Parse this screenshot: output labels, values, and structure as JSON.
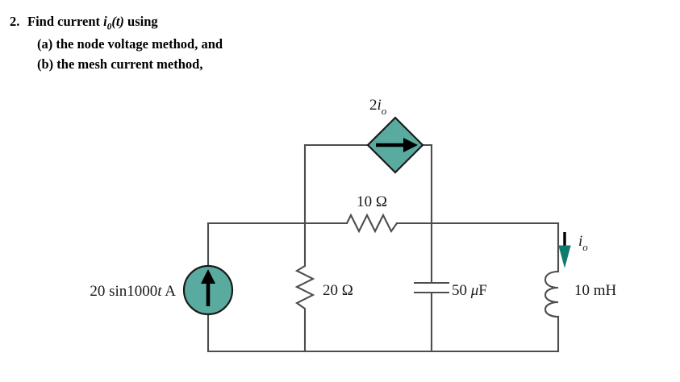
{
  "problem": {
    "number": "2.",
    "line1_pre": "Find current ",
    "line1_sym": "i",
    "line1_sub": "0",
    "line1_post": "(t)",
    "line1_end": " using",
    "line2": "(a) the node voltage method, and",
    "line3": "(b) the mesh current method,"
  },
  "circuit": {
    "title": "AC circuit with dependent current source",
    "colors": {
      "source_fill": "#5aab9f",
      "wire": "#4d4d4d",
      "outline": "#1a1a1a",
      "arrow": "#000000",
      "io_arrowhead": "#0f7a6e",
      "label_text": "#1a1a1a"
    },
    "components": [
      {
        "id": "dependent-current-source",
        "type": "diamond-current-source",
        "label": "2i",
        "label_sub": "o",
        "label_full": "2i_o",
        "arrow_direction": "right"
      },
      {
        "id": "independent-current-source",
        "type": "circle-current-source",
        "label": "20 sin1000t A",
        "label_pre": "20 sin1000",
        "label_var": "t",
        "label_post": " A",
        "arrow_direction": "up"
      },
      {
        "id": "resistor-10-ohm",
        "type": "resistor",
        "orientation": "horizontal",
        "label": "10 Ω",
        "value": "10",
        "unit": "Ω"
      },
      {
        "id": "resistor-20-ohm",
        "type": "resistor",
        "orientation": "vertical",
        "label": "20 Ω",
        "value": "20",
        "unit": "Ω"
      },
      {
        "id": "capacitor-50-uf",
        "type": "capacitor",
        "orientation": "vertical",
        "label": "50 μF",
        "value": "50",
        "unit": "μF"
      },
      {
        "id": "inductor-10-mh",
        "type": "inductor",
        "orientation": "vertical",
        "label": "10 mH",
        "value": "10",
        "unit": "mH"
      }
    ],
    "current_marker": {
      "id": "io-current-arrow",
      "label": "i",
      "label_sub": "o",
      "label_full": "i_o",
      "direction": "down"
    }
  }
}
